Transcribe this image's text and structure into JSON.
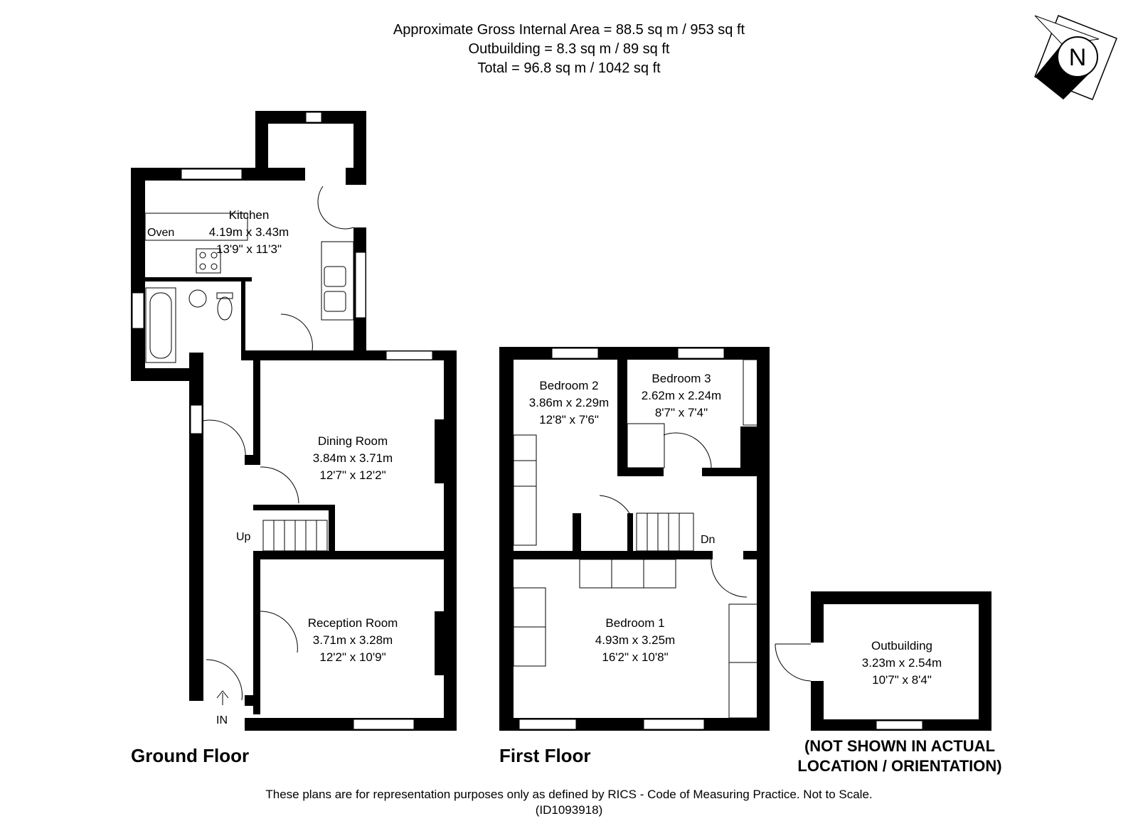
{
  "header": {
    "line1": "Approximate Gross Internal Area = 88.5 sq m / 953 sq ft",
    "line2": "Outbuilding = 8.3 sq m / 89 sq ft",
    "line3": "Total = 96.8 sq m / 1042 sq ft"
  },
  "compass": {
    "label": "N"
  },
  "floors": {
    "ground": {
      "title": "Ground Floor",
      "kitchen": {
        "name": "Kitchen",
        "metric": "4.19m x 3.43m",
        "imperial": "13'9\" x 11'3\""
      },
      "dining": {
        "name": "Dining Room",
        "metric": "3.84m x 3.71m",
        "imperial": "12'7\" x 12'2\""
      },
      "reception": {
        "name": "Reception Room",
        "metric": "3.71m x 3.28m",
        "imperial": "12'2\" x 10'9\""
      },
      "oven": "Oven",
      "up": "Up",
      "entrance": "IN"
    },
    "first": {
      "title": "First Floor",
      "bedroom1": {
        "name": "Bedroom 1",
        "metric": "4.93m x 3.25m",
        "imperial": "16'2\" x 10'8\""
      },
      "bedroom2": {
        "name": "Bedroom 2",
        "metric": "3.86m x 2.29m",
        "imperial": "12'8\" x 7'6\""
      },
      "bedroom3": {
        "name": "Bedroom 3",
        "metric": "2.62m x 2.24m",
        "imperial": "8'7\" x 7'4\""
      },
      "down": "Dn"
    },
    "outbuilding": {
      "name": "Outbuilding",
      "metric": "3.23m x 2.54m",
      "imperial": "10'7\" x 8'4\"",
      "note1": "(NOT SHOWN IN ACTUAL",
      "note2": "LOCATION / ORIENTATION)"
    }
  },
  "footer": {
    "disclaimer": "These plans are for representation purposes only as defined by RICS - Code of Measuring Practice. Not to Scale.",
    "id": "(ID1093918)"
  }
}
